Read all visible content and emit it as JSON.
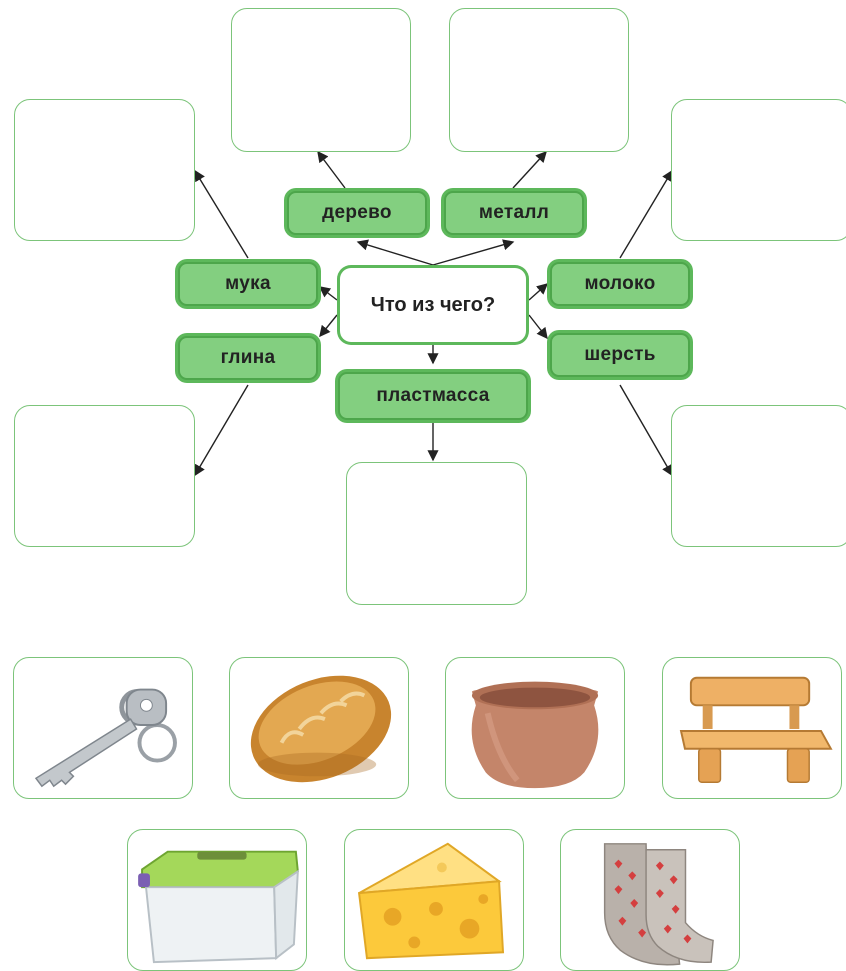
{
  "center": {
    "label": "Что из чего?"
  },
  "materials": {
    "wood": "дерево",
    "metal": "металл",
    "flour": "мука",
    "milk": "молоко",
    "clay": "глина",
    "wool": "шерсть",
    "plastic": "пластмасса"
  },
  "colors": {
    "green_border": "#7cc47a",
    "green_fill": "#83cf80",
    "green_dark": "#4da64b"
  },
  "cards": [
    {
      "icon": "key-icon"
    },
    {
      "icon": "bread-icon"
    },
    {
      "icon": "clay-pot-icon"
    },
    {
      "icon": "wooden-bench-icon"
    },
    {
      "icon": "plastic-container-icon"
    },
    {
      "icon": "cheese-icon"
    },
    {
      "icon": "wool-socks-icon"
    }
  ]
}
